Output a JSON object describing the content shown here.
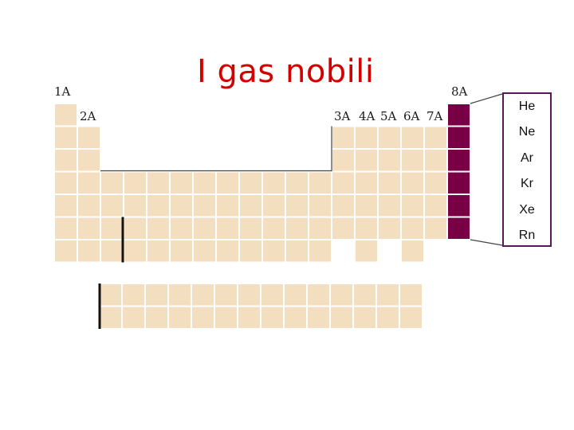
{
  "title": "I gas nobili",
  "group_labels": [
    "1A",
    "2A",
    "3A",
    "4A",
    "5A",
    "6A",
    "7A",
    "8A"
  ],
  "noble_gases": [
    "He",
    "Ne",
    "Ar",
    "Kr",
    "Xe",
    "Rn"
  ],
  "colors": {
    "title": "#d40000",
    "cell_fill": "#f3dfc0",
    "cell_border": "#ffffff",
    "noble_fill": "#7a0046",
    "outline": "#444444",
    "box_border": "#5a1a55"
  }
}
